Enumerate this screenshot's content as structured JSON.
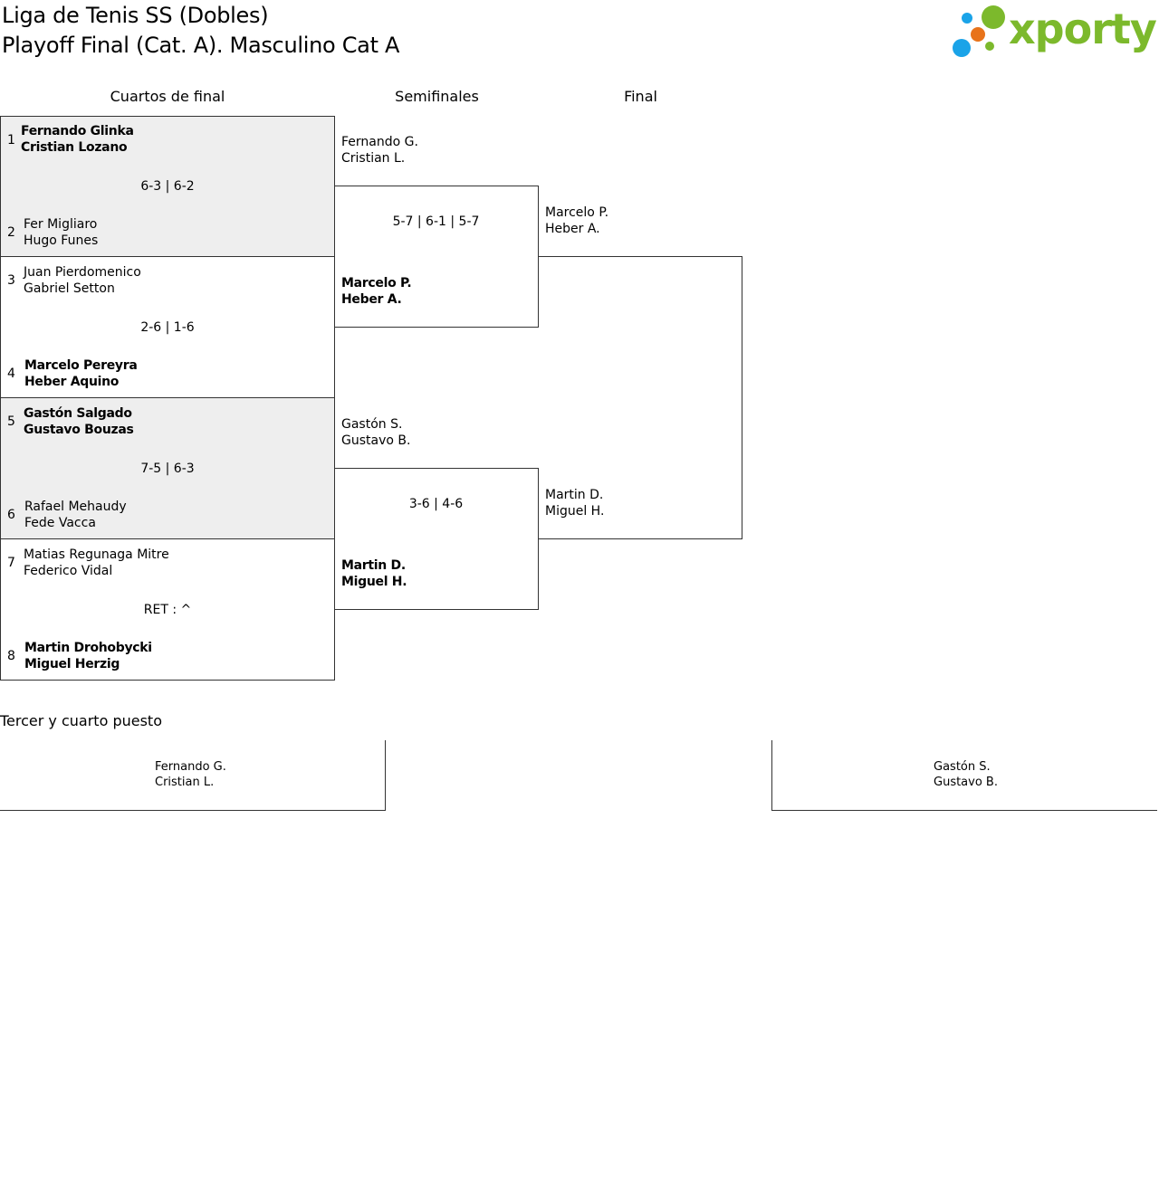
{
  "header": {
    "title_line1": "Liga de Tenis SS (Dobles)",
    "title_line2": "Playoff Final (Cat. A). Masculino Cat A"
  },
  "logo": {
    "text": "xporty",
    "colors": {
      "green": "#7cb92c",
      "blue": "#1aa3e8",
      "orange": "#e8731a"
    }
  },
  "rounds": {
    "quarterfinals": "Cuartos de final",
    "semifinals": "Semifinales",
    "final": "Final"
  },
  "quarterfinals": [
    {
      "score": "6-3 | 6-2",
      "top": {
        "seed": "1",
        "p1": "Fernando Glinka",
        "p2": "Cristian Lozano",
        "winner": true
      },
      "bottom": {
        "seed": "2",
        "p1": "Fer Migliaro",
        "p2": "Hugo Funes",
        "winner": false
      }
    },
    {
      "score": "2-6 | 1-6",
      "top": {
        "seed": "3",
        "p1": "Juan Pierdomenico",
        "p2": "Gabriel Setton",
        "winner": false
      },
      "bottom": {
        "seed": "4",
        "p1": "Marcelo Pereyra",
        "p2": "Heber Aquino",
        "winner": true
      }
    },
    {
      "score": "7-5 | 6-3",
      "top": {
        "seed": "5",
        "p1": "Gastón Salgado",
        "p2": "Gustavo Bouzas",
        "winner": true
      },
      "bottom": {
        "seed": "6",
        "p1": "Rafael Mehaudy",
        "p2": "Fede Vacca",
        "winner": false
      }
    },
    {
      "score": "RET : ^",
      "top": {
        "seed": "7",
        "p1": "Matias Regunaga Mitre",
        "p2": "Federico Vidal",
        "winner": false
      },
      "bottom": {
        "seed": "8",
        "p1": "Martin Drohobycki",
        "p2": "Miguel Herzig",
        "winner": true
      }
    }
  ],
  "semifinals": [
    {
      "score": "5-7 | 6-1 | 5-7",
      "top": {
        "p1": "Fernando G.",
        "p2": "Cristian L.",
        "winner": false
      },
      "bottom": {
        "p1": "Marcelo P.",
        "p2": "Heber A.",
        "winner": true
      }
    },
    {
      "score": "3-6 | 4-6",
      "top": {
        "p1": "Gastón S.",
        "p2": "Gustavo B.",
        "winner": false
      },
      "bottom": {
        "p1": "Martin D.",
        "p2": "Miguel H.",
        "winner": true
      }
    }
  ],
  "final": {
    "top": {
      "p1": "Marcelo P.",
      "p2": "Heber A."
    },
    "bottom": {
      "p1": "Martin D.",
      "p2": "Miguel H."
    }
  },
  "third_place": {
    "heading": "Tercer y cuarto puesto",
    "left": {
      "p1": "Fernando G.",
      "p2": "Cristian L."
    },
    "right": {
      "p1": "Gastón S.",
      "p2": "Gustavo B."
    }
  }
}
